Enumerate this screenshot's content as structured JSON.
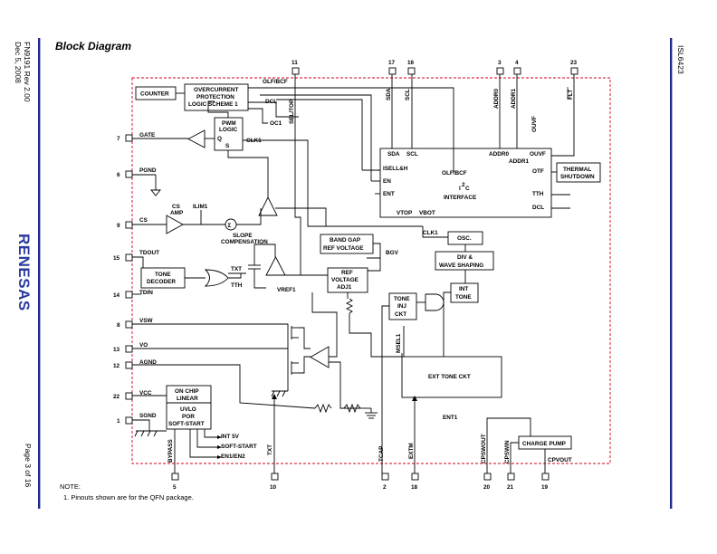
{
  "page": {
    "title": "Block Diagram",
    "doc_number": "FN9191 Rev 2.00",
    "date": "Dec 5, 2008",
    "part_number": "ISL6423",
    "page_label": "Page 3 of 16",
    "logo": "RENESAS",
    "note_heading": "NOTE:",
    "note_text": "1.  Pinouts shown are for the QFN package."
  },
  "pins": {
    "p11": "11",
    "p17": "17",
    "p16": "16",
    "p3": "3",
    "p4": "4",
    "p23": "23",
    "p7": "7",
    "p6": "6",
    "p9": "9",
    "p15": "15",
    "p14": "14",
    "p8": "8",
    "p13": "13",
    "p12": "12",
    "p22": "22",
    "p1": "1",
    "p5": "5",
    "p10": "10",
    "p2": "2",
    "p18": "18",
    "p20": "20",
    "p21": "21",
    "p19": "19"
  },
  "blocks": {
    "counter": "COUNTER",
    "overcurrent": [
      "OVERCURRENT",
      "PROTECTION",
      "LOGIC SCHEME 1"
    ],
    "pwm": [
      "PWM",
      "LOGIC"
    ],
    "pwm_q": "Q",
    "pwm_s": "S",
    "i2c_sup": "2",
    "i2c_i": "I",
    "i2c_c": "C",
    "i2c_interface": "INTERFACE",
    "thermal": [
      "THERMAL",
      "SHUTDOWN"
    ],
    "bandgap": [
      "BAND GAP",
      "REF VOLTAGE"
    ],
    "osc": "OSC.",
    "div": [
      "DIV &",
      "WAVE SHAPING"
    ],
    "int_tone": [
      "INT",
      "TONE"
    ],
    "tone_decoder": [
      "TONE",
      "DECODER"
    ],
    "ref_voltage": [
      "REF",
      "VOLTAGE",
      "ADJ1"
    ],
    "tone_inj": [
      "TONE",
      "INJ",
      "CKT"
    ],
    "ext_tone": "EXT TONE CKT",
    "onchip": [
      "ON CHIP",
      "LINEAR"
    ],
    "uvlo": [
      "UVLO",
      "POR",
      "SOFT-START"
    ],
    "charge_pump": "CHARGE PUMP",
    "sigma": "Σ"
  },
  "labels": {
    "olf_bcf_top": "OLF/BCF",
    "dcl_top": "DCL",
    "oc1": "OC1",
    "clk1": "CLK1",
    "isell": "ISELL&H",
    "en": "EN",
    "ent": "ENT",
    "olf_bcf_i2c": "OLF/BCF",
    "addr0_i2c": "ADDR0",
    "addr1_i2c": "ADDR1",
    "ouvf_i2c": "OUVF",
    "otf": "OTF",
    "tth_i2c": "TTH",
    "dcl_i2c": "DCL",
    "vtop": "VTOP",
    "vbot": "VBOT",
    "sda_i2c": "SDA",
    "scl_i2c": "SCL",
    "sel_top": "SEL/TOP",
    "sda_pin": "SDA",
    "scl_pin": "SCL",
    "addr0_pin": "ADDR0",
    "addr1_pin": "ADDR1",
    "ouvf_vert": "OUVF",
    "flt": "FLT",
    "gate": "GATE",
    "pgnd": "PGND",
    "cs": "CS",
    "cs_amp": [
      "CS",
      "AMP"
    ],
    "ilim1": "ILIM1",
    "slope": [
      "SLOPE",
      "COMPENSATION"
    ],
    "tdout": "TDOUT",
    "tdin": "TDIN",
    "txt": "TXT",
    "tth": "TTH",
    "vref1": "VREF1",
    "bgv": "BGV",
    "clk1_osc": "CLK1",
    "vsw": "VSW",
    "vo": "VO",
    "agnd": "AGND",
    "vcc": "VCC",
    "sgnd": "SGND",
    "msel1": "MSEL1",
    "ent1": "ENT1",
    "int5v": "INT 5V",
    "soft_start": "SOFT-START",
    "en1en2": "EN1/EN2",
    "bypass": "BYPASS",
    "txt_bottom": "TXT",
    "tcap": "TCAP",
    "extm": "EXTM",
    "cpswout": "CPSWOUT",
    "cpswin": "CPSWIN",
    "cpvout": "CPVOUT"
  },
  "colors": {
    "boundary": "#d0021b",
    "side_bar": "#1f2a8c",
    "logo": "#2b3aa0"
  }
}
